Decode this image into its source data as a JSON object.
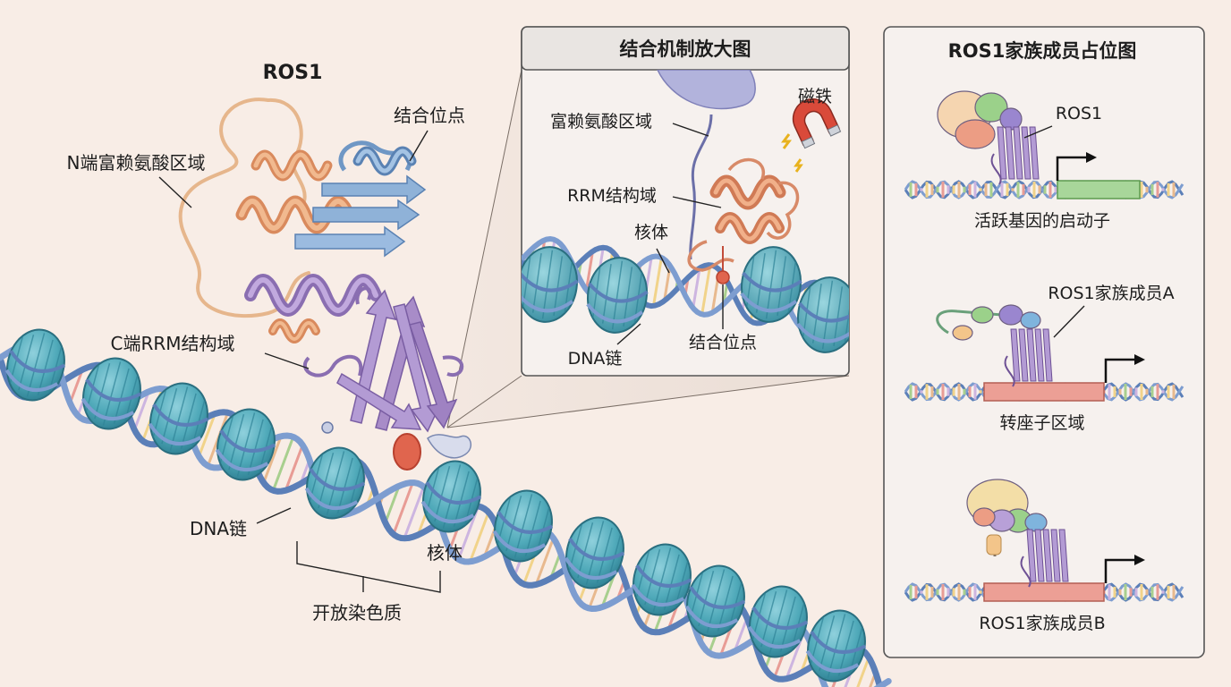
{
  "main": {
    "protein_title": "ROS1",
    "labels": {
      "n_terminal": "N端富赖氨酸区域",
      "binding_site": "结合位点",
      "c_terminal": "C端RRM结构域",
      "dna_strand": "DNA链",
      "nucleosome": "核体",
      "open_chromatin": "开放染色质"
    }
  },
  "inset": {
    "title": "结合机制放大图",
    "labels": {
      "lysine_region": "富赖氨酸区域",
      "magnet": "磁铁",
      "rrm_domain": "RRM结构域",
      "nucleosome": "核体",
      "dna_strand": "DNA链",
      "binding_site": "结合位点"
    }
  },
  "occupancy": {
    "title": "ROS1家族成员占位图",
    "rows": [
      {
        "protein": "ROS1",
        "region": "活跃基因的启动子"
      },
      {
        "protein": "ROS1家族成员A",
        "region": "转座子区域"
      },
      {
        "protein": "",
        "region": "ROS1家族成员B"
      }
    ]
  },
  "colors": {
    "background": "#f8ede6",
    "dna_backbone": "#5b7fb8",
    "nucleosome": "#4fa9b9",
    "helix_orange": "#e0a07a",
    "helix_purple": "#a88cc4",
    "helix_blue": "#7da5cf",
    "promoter_green": "#a8d69a",
    "region_red": "#ec9f95",
    "binding_red": "#e0654e"
  },
  "icons": [
    "magnet-icon",
    "arrow-promoter-icon",
    "nucleosome-icon",
    "dna-helix-icon"
  ]
}
